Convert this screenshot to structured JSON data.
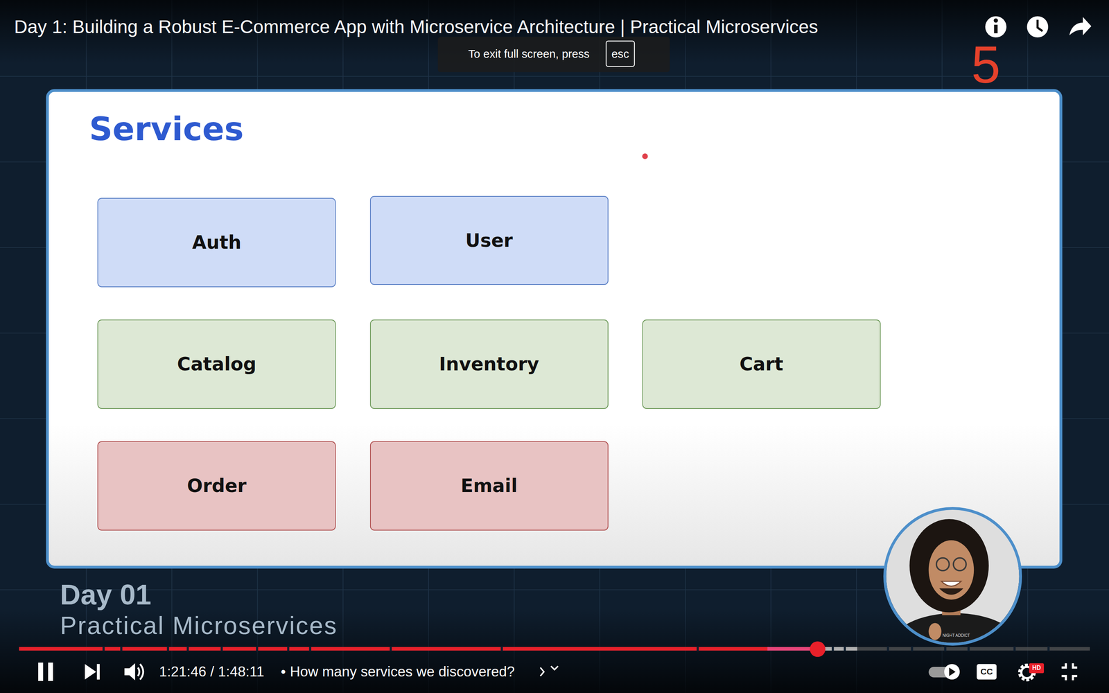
{
  "diagram": {
    "title": "Services",
    "nodes": [
      {
        "text": [
          "Auth"
        ]
      },
      {
        "text": [
          "User"
        ]
      },
      {
        "text": [
          "Catalog"
        ]
      },
      {
        "text": [
          "Inventory"
        ]
      },
      {
        "text": [
          "Cart"
        ]
      },
      {
        "text": [
          "Order"
        ]
      },
      {
        "text": [
          "Email"
        ]
      }
    ],
    "labels": [
      "Day 1: Building a Robust E-Commerce App with Microservice Architecture | Practical Microservices",
      "To exit full screen, press",
      "esc",
      "5",
      "Day 01",
      "Practical Microservices",
      "NIGHT ADDICT",
      "1:21:46 / 1:48:11",
      "•",
      "How many services we discovered?",
      "CC",
      "HD"
    ]
  }
}
